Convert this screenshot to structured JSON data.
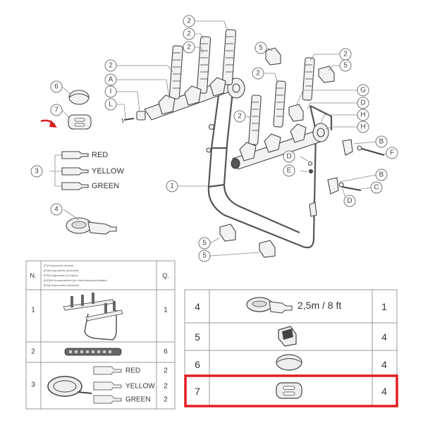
{
  "callouts": {
    "c1": "1",
    "c2": "2",
    "c3": "3",
    "c4": "4",
    "c5": "5",
    "c6": "6",
    "c7": "7",
    "cA": "A",
    "cB": "B",
    "cC": "C",
    "cD": "D",
    "cE": "E",
    "cF": "F",
    "cG": "G",
    "cH": "H",
    "cI": "I",
    "cL": "L"
  },
  "strap_colors": [
    "RED",
    "YELLOW",
    "GREEN"
  ],
  "table_left": {
    "headers": {
      "n": "N.",
      "components": [
        "[IT]Componenti (Inclusi)",
        "[EN]Components (Included)",
        "[FR]Composants (Compris)",
        "[DE]Die Komponenten (im Lieferumfang enthalten)",
        "[ES]Componentes (Incluido)"
      ],
      "q": "Q."
    },
    "rows": [
      {
        "n": "1",
        "q": "1"
      },
      {
        "n": "2",
        "q": "6"
      },
      {
        "n": "3",
        "straps": [
          {
            "label": "RED",
            "q": "2"
          },
          {
            "label": "YELLOW",
            "q": "2"
          },
          {
            "label": "GREEN",
            "q": "2"
          }
        ]
      }
    ]
  },
  "table_right": {
    "rows": [
      {
        "n": "4",
        "label": "2,5m / 8 ft",
        "q": "1"
      },
      {
        "n": "5",
        "q": "4"
      },
      {
        "n": "6",
        "q": "4"
      },
      {
        "n": "7",
        "q": "4",
        "highlighted": true
      }
    ]
  },
  "highlight_color": "#e31e24",
  "arrow_color": "#d6201f"
}
